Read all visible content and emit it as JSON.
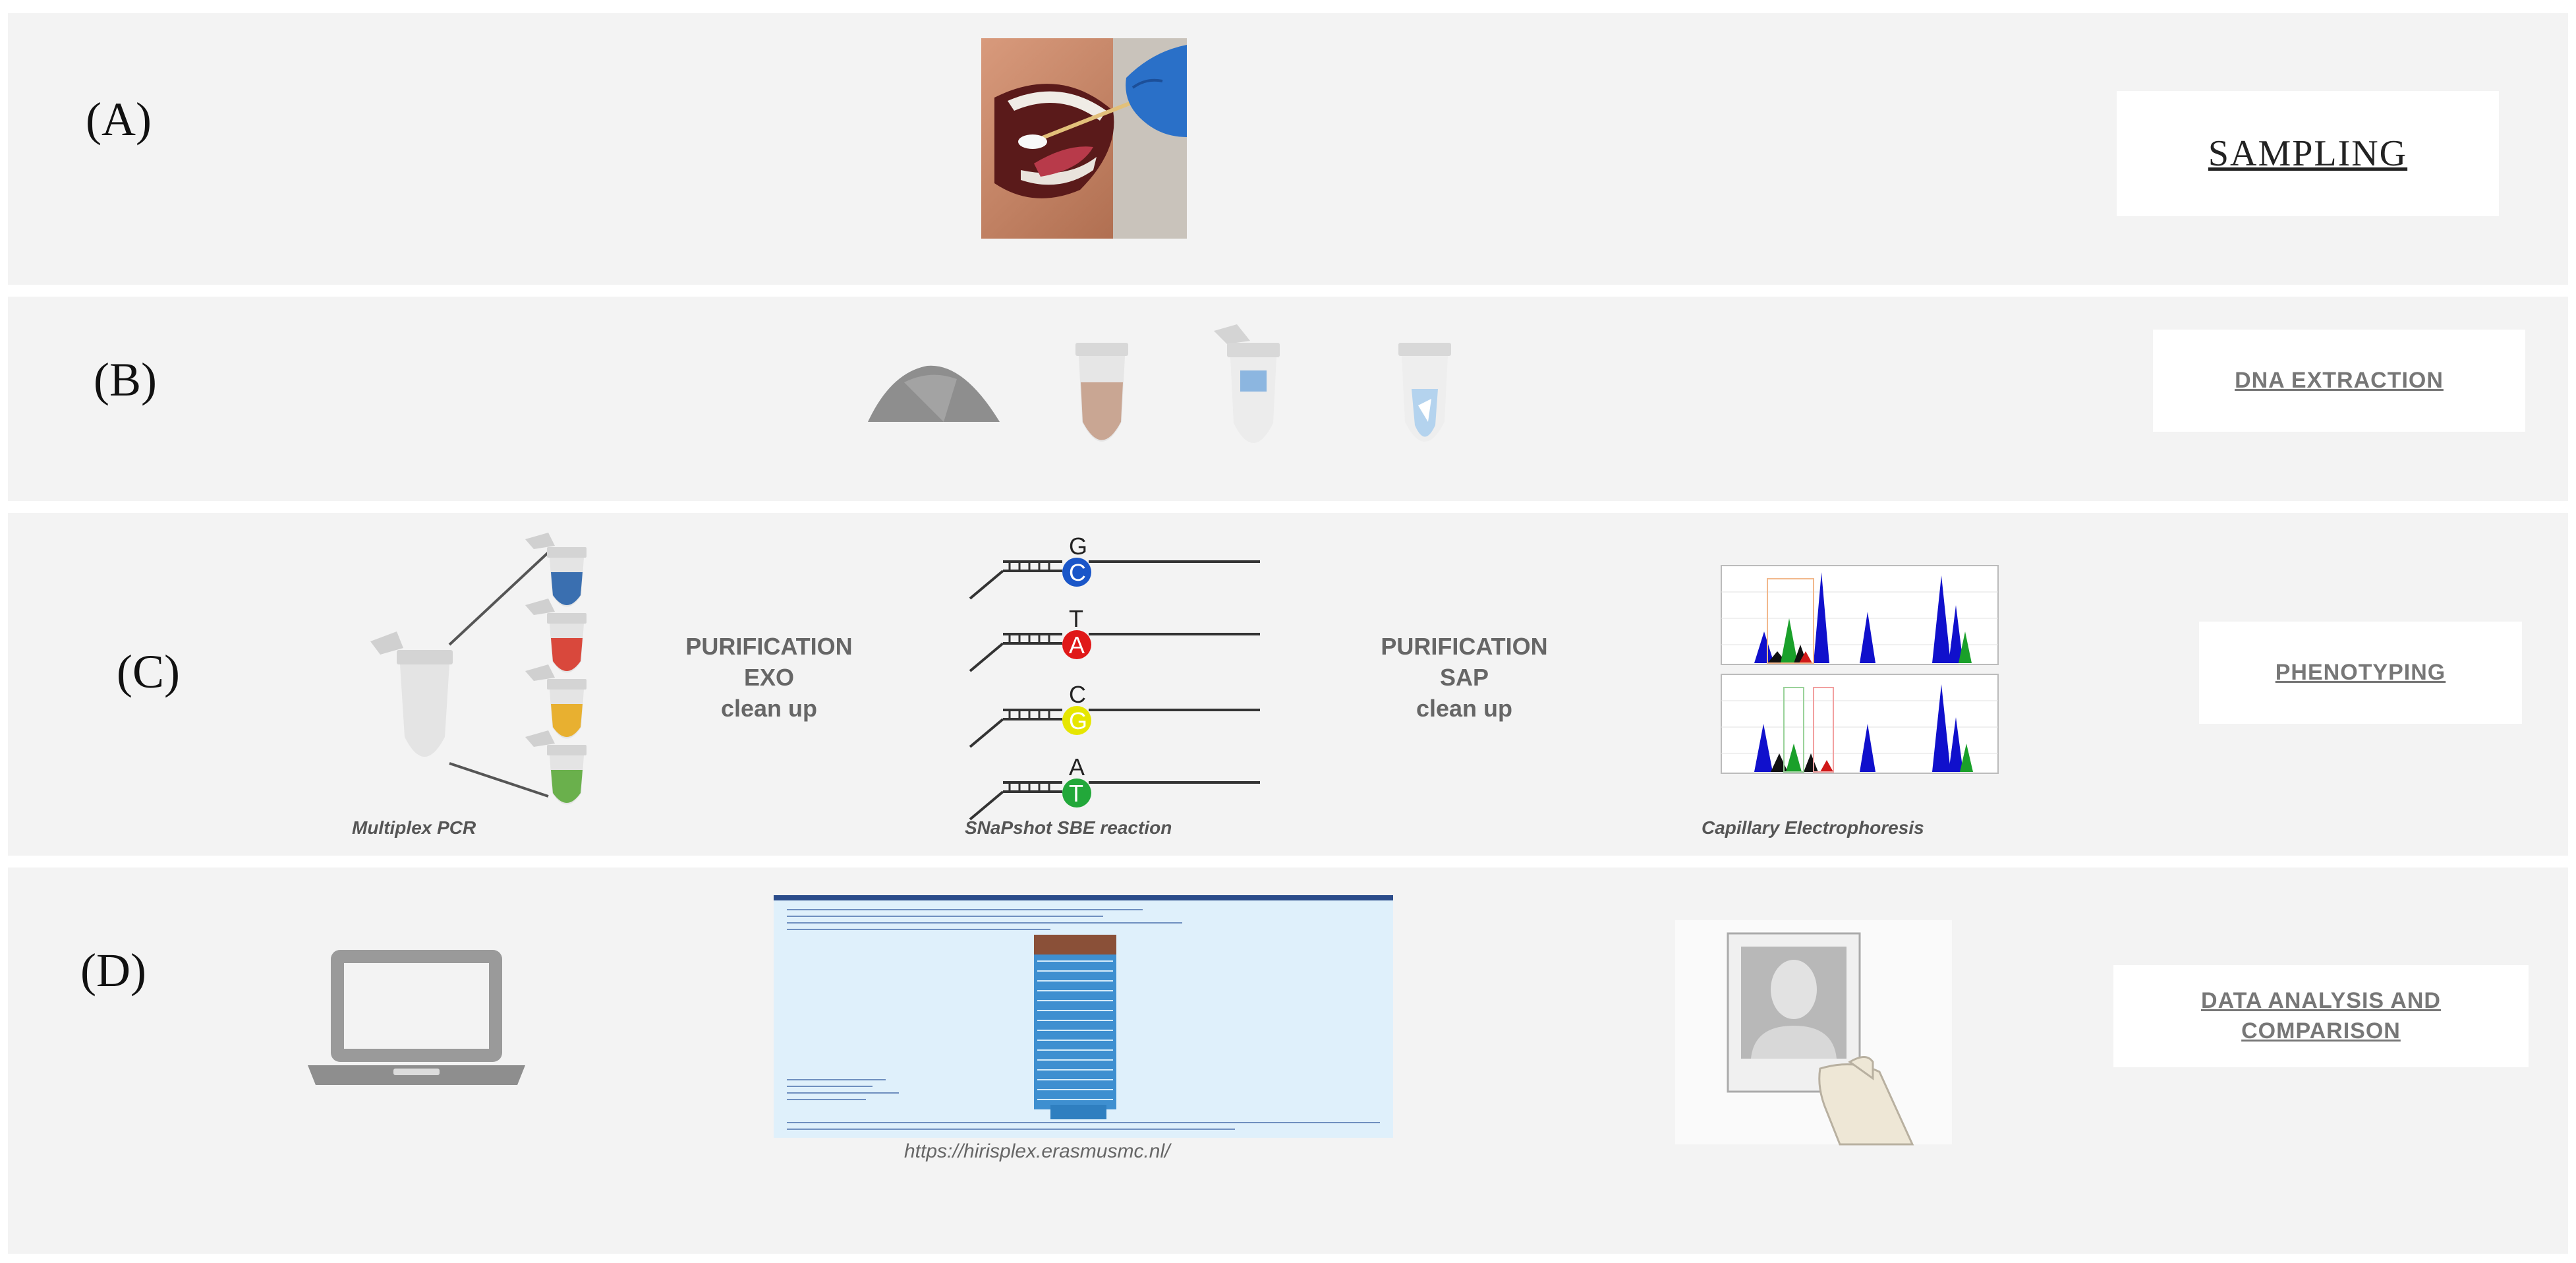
{
  "panels": [
    {
      "letter": "(A)",
      "step": "SAMPLING"
    },
    {
      "letter": "(B)",
      "step": "DNA EXTRACTION"
    },
    {
      "letter": "(C)",
      "step": "PHENOTYPING"
    },
    {
      "letter": "(D)",
      "step_line1": "DATA ANALYSIS AND",
      "step_line2": "COMPARISON"
    }
  ],
  "panel_c": {
    "purif1": {
      "l1": "PURIFICATION",
      "l2": "EXO",
      "l3": "clean up"
    },
    "purif2": {
      "l1": "PURIFICATION",
      "l2": "SAP",
      "l3": "clean up"
    },
    "cap_pcr": "Multiplex PCR",
    "cap_sbe": "SNaPshot SBE reaction",
    "cap_ce": "Capillary Electrophoresis",
    "pairs": [
      {
        "top": "G",
        "bottom": "C",
        "color": "#1a56c8"
      },
      {
        "top": "T",
        "bottom": "A",
        "color": "#e01818"
      },
      {
        "top": "C",
        "bottom": "G",
        "color": "#e6e600"
      },
      {
        "top": "A",
        "bottom": "T",
        "color": "#22a83a"
      }
    ],
    "tube_colors": [
      "#3a6fb0",
      "#d9483c",
      "#e8b030",
      "#6ab04c"
    ]
  },
  "panel_d": {
    "url": "https://hirisplex.erasmusmc.nl/"
  }
}
